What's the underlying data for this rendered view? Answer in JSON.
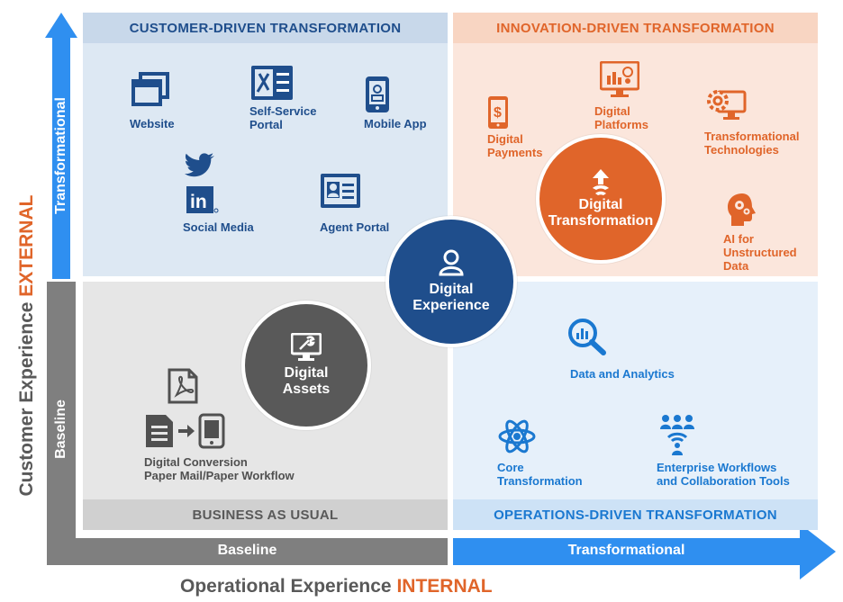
{
  "quadrants": {
    "top_left": {
      "header": "CUSTOMER-DRIVEN TRANSFORMATION",
      "items": {
        "website": "Website",
        "self_service": "Self-Service\nPortal",
        "mobile_app": "Mobile App",
        "social_media": "Social Media",
        "agent_portal": "Agent Portal"
      }
    },
    "top_right": {
      "header": "INNOVATION-DRIVEN TRANSFORMATION",
      "items": {
        "digital_payments": "Digital\nPayments",
        "digital_platforms": "Digital\nPlatforms",
        "transformational_tech": "Transformational\nTechnologies",
        "ai": "AI for\nUnstructured\nData"
      }
    },
    "bottom_left": {
      "header": "BUSINESS AS USUAL",
      "items": {
        "digital_conversion": "Digital Conversion\nPaper Mail/Paper Workflow"
      }
    },
    "bottom_right": {
      "header": "OPERATIONS-DRIVEN TRANSFORMATION",
      "items": {
        "data_analytics": "Data and Analytics",
        "core_transformation": "Core\nTransformation",
        "enterprise_workflows": "Enterprise Workflows\nand Collaboration Tools"
      }
    }
  },
  "circles": {
    "digital_experience": "Digital\nExperience",
    "digital_transformation": "Digital\nTransformation",
    "digital_assets": "Digital\nAssets"
  },
  "axes": {
    "y_top_label": "Transformational",
    "y_bottom_label": "Baseline",
    "x_left_label": "Baseline",
    "x_right_label": "Transformational",
    "y_title_prefix": "Customer Experience ",
    "y_title_emphasis": "EXTERNAL",
    "x_title_prefix": "Operational Experience ",
    "x_title_emphasis": "INTERNAL"
  },
  "colors": {
    "navy": "#1f4e8c",
    "orange": "#e0652a",
    "grey": "#595959",
    "blue": "#1a78d0",
    "arrow_blue": "#2f8ff0"
  },
  "icons": [
    "website-icon",
    "self-service-portal-icon",
    "mobile-app-icon",
    "twitter-icon",
    "linkedin-icon",
    "agent-portal-icon",
    "dollar-phone-icon",
    "platform-monitor-icon",
    "gears-monitor-icon",
    "ai-head-icon",
    "rocket-icon",
    "user-icon",
    "monitor-wrench-icon",
    "pdf-icon",
    "document-to-phone-icon",
    "analytics-search-icon",
    "atom-icon",
    "team-network-icon"
  ]
}
